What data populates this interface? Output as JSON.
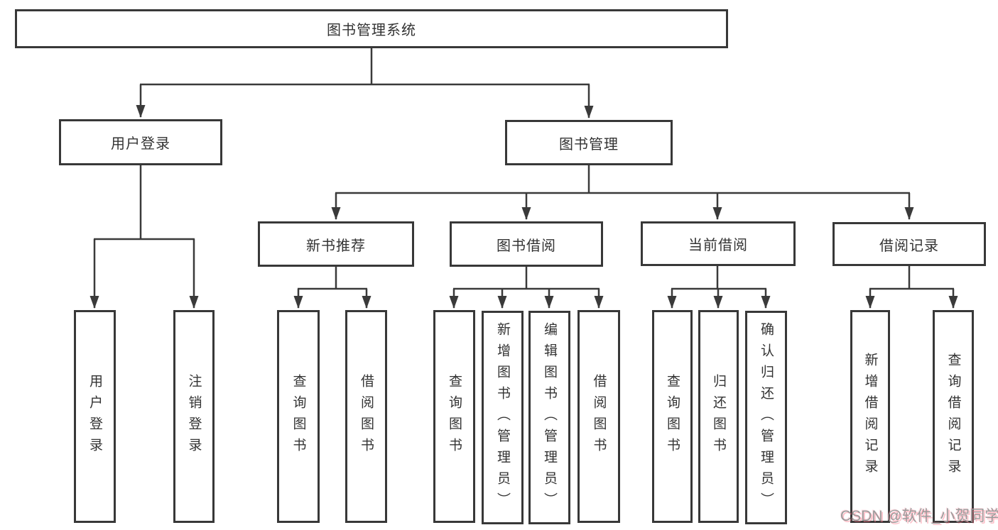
{
  "tree": {
    "root": {
      "label": "图书管理系统"
    },
    "branches": [
      {
        "label": "用户登录",
        "children": [
          {
            "label": "用户登录"
          },
          {
            "label": "注销登录"
          }
        ]
      },
      {
        "label": "图书管理",
        "children": [
          {
            "label": "新书推荐",
            "children": [
              {
                "label": "查询图书"
              },
              {
                "label": "借阅图书"
              }
            ]
          },
          {
            "label": "图书借阅",
            "children": [
              {
                "label": "查询图书"
              },
              {
                "label": "新增图书（管理员）"
              },
              {
                "label": "编辑图书（管理员）"
              },
              {
                "label": "借阅图书"
              }
            ]
          },
          {
            "label": "当前借阅",
            "children": [
              {
                "label": "查询图书"
              },
              {
                "label": "归还图书"
              },
              {
                "label": "确认归还（管理员）"
              }
            ]
          },
          {
            "label": "借阅记录",
            "children": [
              {
                "label": "新增借阅记录"
              },
              {
                "label": "查询借阅记录"
              }
            ]
          }
        ]
      }
    ]
  },
  "watermark": {
    "text": "CSDN @软件_小贺同学"
  },
  "colors": {
    "line": "#3a3a3a",
    "box_border": "#383838",
    "box_fill": "#ffffff",
    "text": "#333333",
    "watermark_gray": "#9b9b9b",
    "watermark_pink": "#fc7086"
  }
}
